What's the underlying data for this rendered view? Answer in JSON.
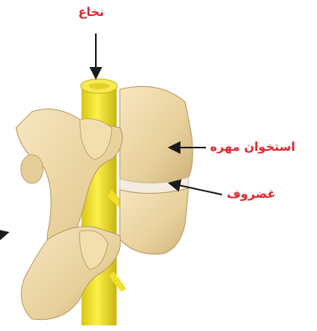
{
  "diagram": {
    "labels": {
      "spinal_cord": "نخاع",
      "vertebra": "استخوان مهره",
      "disc": "غضروف"
    },
    "colors": {
      "label": "#e3262e",
      "bone": "#ecd7a6",
      "bone_shadow": "#c9ad74",
      "spinal_cord": "#f3e52c",
      "arrow": "#1a1a1a"
    }
  }
}
